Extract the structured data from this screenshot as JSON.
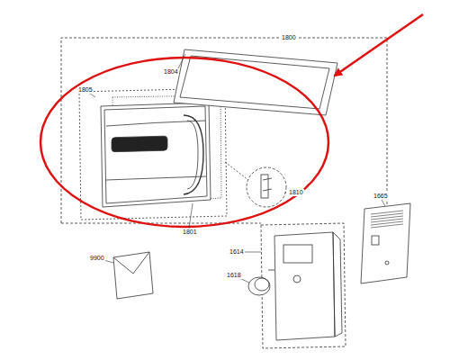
{
  "diagram": {
    "labels": [
      "1800",
      "1804",
      "1805",
      "1810",
      "1801",
      "1665",
      "1614",
      "1618",
      "9900"
    ]
  }
}
